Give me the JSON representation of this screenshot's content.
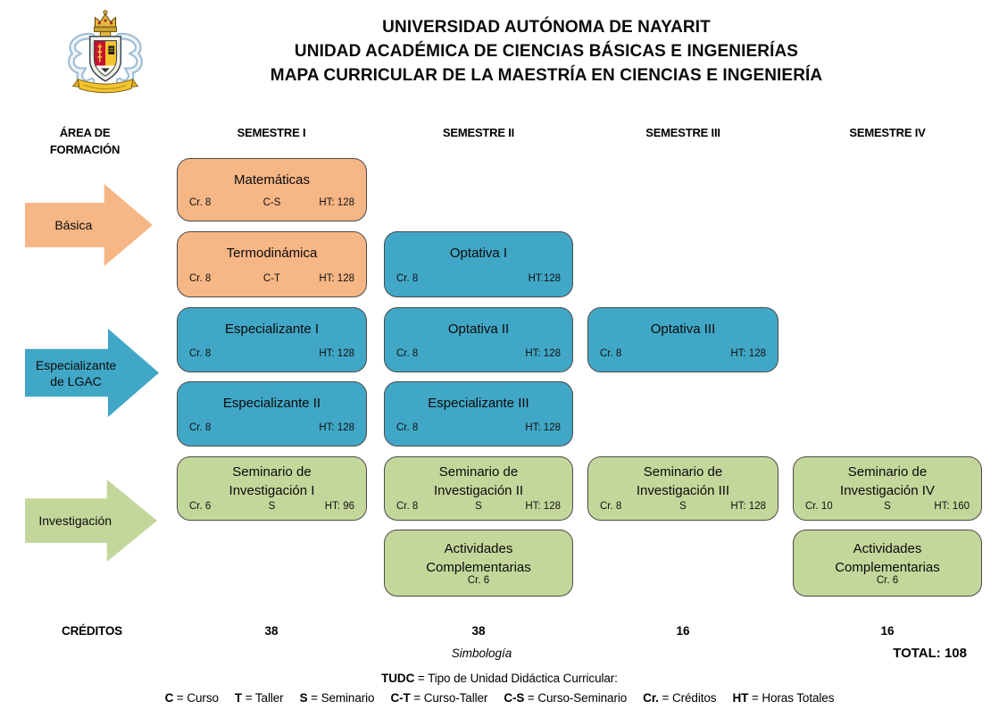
{
  "header": {
    "title_lines": [
      "UNIVERSIDAD AUTÓNOMA DE NAYARIT",
      "UNIDAD ACADÉMICA DE CIENCIAS BÁSICAS E INGENIERÍAS",
      "MAPA CURRICULAR DE LA MAESTRÍA EN CIENCIAS E INGENIERÍA"
    ],
    "logo": "universidad-autonoma-de-nayarit-crest"
  },
  "table_headers": {
    "area_line1": "ÁREA DE",
    "area_line2": "FORMACIÓN",
    "semesters": [
      "SEMESTRE I",
      "SEMESTRE II",
      "SEMESTRE III",
      "SEMESTRE IV"
    ]
  },
  "palette": {
    "basica": "#F7B686",
    "especializante": "#41A7C6",
    "investigacion": "#C4D79B",
    "box_border": "#4A4A4A"
  },
  "areas": [
    {
      "key": "basica",
      "label_lines": [
        "Básica"
      ]
    },
    {
      "key": "especializante",
      "label_lines": [
        "Especializante",
        "de LGAC"
      ]
    },
    {
      "key": "investigacion",
      "label_lines": [
        "Investigación"
      ]
    }
  ],
  "courses": [
    {
      "title_lines": [
        "Matemáticas"
      ],
      "area": "basica",
      "col": 1,
      "row": 1,
      "stats": {
        "left": "Cr. 8",
        "center": "C-S",
        "right": "HT: 128"
      }
    },
    {
      "title_lines": [
        "Termodinámica"
      ],
      "area": "basica",
      "col": 1,
      "row": 2,
      "stats": {
        "left": "Cr. 8",
        "center": "C-T",
        "right": "HT: 128"
      }
    },
    {
      "title_lines": [
        "Optativa I"
      ],
      "area": "especializante",
      "col": 2,
      "row": 2,
      "stats": {
        "left": "Cr. 8",
        "center": "",
        "right": "HT.128"
      }
    },
    {
      "title_lines": [
        "Especializante I"
      ],
      "area": "especializante",
      "col": 1,
      "row": 3,
      "stats": {
        "left": "Cr. 8",
        "center": "",
        "right": "HT: 128"
      }
    },
    {
      "title_lines": [
        "Optativa II"
      ],
      "area": "especializante",
      "col": 2,
      "row": 3,
      "stats": {
        "left": "Cr. 8",
        "center": "",
        "right": "HT: 128"
      }
    },
    {
      "title_lines": [
        "Optativa III"
      ],
      "area": "especializante",
      "col": 3,
      "row": 3,
      "stats": {
        "left": "Cr. 8",
        "center": "",
        "right": "HT: 128"
      }
    },
    {
      "title_lines": [
        "Especializante II"
      ],
      "area": "especializante",
      "col": 1,
      "row": 4,
      "stats": {
        "left": "Cr. 8",
        "center": "",
        "right": "HT: 128"
      }
    },
    {
      "title_lines": [
        "Especializante III"
      ],
      "area": "especializante",
      "col": 2,
      "row": 4,
      "stats": {
        "left": "Cr. 8",
        "center": "",
        "right": "HT: 128"
      }
    },
    {
      "title_lines": [
        "Seminario de",
        "Investigación I"
      ],
      "area": "investigacion",
      "col": 1,
      "row": 5,
      "stats": {
        "left": "Cr. 6",
        "center": "S",
        "right": "HT: 96"
      }
    },
    {
      "title_lines": [
        "Seminario de",
        "Investigación II"
      ],
      "area": "investigacion",
      "col": 2,
      "row": 5,
      "stats": {
        "left": "Cr. 8",
        "center": "S",
        "right": "HT: 128"
      }
    },
    {
      "title_lines": [
        "Seminario de",
        "Investigación III"
      ],
      "area": "investigacion",
      "col": 3,
      "row": 5,
      "stats": {
        "left": "Cr. 8",
        "center": "S",
        "right": "HT: 128"
      }
    },
    {
      "title_lines": [
        "Seminario de",
        "Investigación IV"
      ],
      "area": "investigacion",
      "col": 4,
      "row": 5,
      "stats": {
        "left": "Cr. 10",
        "center": "S",
        "right": "HT: 160"
      }
    },
    {
      "title_lines": [
        "Actividades",
        "Complementarias"
      ],
      "area": "investigacion",
      "col": 2,
      "row": 6,
      "stats": {
        "center_only": "Cr. 6"
      }
    },
    {
      "title_lines": [
        "Actividades",
        "Complementarias"
      ],
      "area": "investigacion",
      "col": 4,
      "row": 6,
      "stats": {
        "center_only": "Cr. 6"
      }
    }
  ],
  "credits": {
    "label": "CRÉDITOS",
    "values": [
      "38",
      "38",
      "16",
      "16"
    ],
    "total": "TOTAL: 108"
  },
  "symbology": {
    "title": "Simbología",
    "line1_bold": "TUDC",
    "line1_rest": " = Tipo de Unidad Didáctica Curricular:",
    "abbreviations": [
      {
        "abbr": "C",
        "meaning": "Curso"
      },
      {
        "abbr": "T",
        "meaning": "Taller"
      },
      {
        "abbr": "S",
        "meaning": "Seminario"
      },
      {
        "abbr": "C-T",
        "meaning": "Curso-Taller"
      },
      {
        "abbr": "C-S",
        "meaning": "Curso-Seminario"
      },
      {
        "abbr": "Cr.",
        "meaning": "Créditos"
      },
      {
        "abbr": "HT",
        "meaning": "Horas Totales"
      }
    ]
  }
}
